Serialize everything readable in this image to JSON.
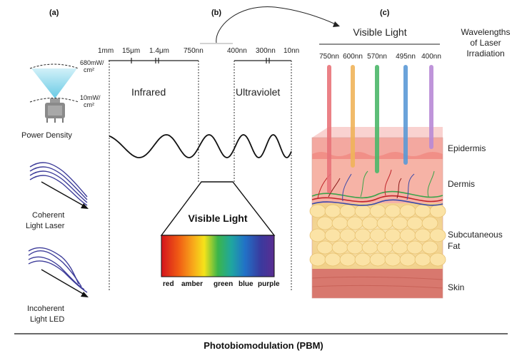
{
  "panels": {
    "a": "(a)",
    "b": "(b)",
    "c": "(c)"
  },
  "panel_a": {
    "power_high": [
      "680mW/",
      "cm²"
    ],
    "power_low": [
      "10mW/",
      "cm²"
    ],
    "power_label": "Power Density",
    "coherent_label": [
      "Coherent",
      "Light  Laser"
    ],
    "incoherent_label": [
      "Incoherent",
      "Light  LED"
    ]
  },
  "panel_b": {
    "left_ticks": [
      "1mm",
      "15μm",
      "1.4μm",
      "750nn"
    ],
    "right_ticks": [
      "400nn",
      "300nn",
      "10nn"
    ],
    "infrared_label": "Infrared",
    "ultraviolet_label": "Ultraviolet",
    "visible_title": "Visible Light",
    "spectrum_colors": [
      "red",
      "amber",
      "green",
      "blue",
      "purple"
    ],
    "spectrum_hex": [
      "#e3171e",
      "#f6a21c",
      "#2fa84f",
      "#2d7fd0",
      "#5a2d91"
    ]
  },
  "panel_c": {
    "visible_header": "Visible Light",
    "wavelength_header": [
      "Wavelengths",
      "of Laser",
      "Irradiation"
    ],
    "lasers": [
      {
        "label": "750nn",
        "color": "#e9747a"
      },
      {
        "label": "600nn",
        "color": "#f0b45a"
      },
      {
        "label": "570nn",
        "color": "#4cb86a"
      },
      {
        "label": "495nn",
        "color": "#5b9ad6"
      },
      {
        "label": "400nn",
        "color": "#b98ad6"
      }
    ],
    "layers": [
      "Epidermis",
      "Dermis",
      [
        "Subcutaneous",
        "Fat"
      ],
      "Skin"
    ]
  },
  "footer": {
    "title": "Photobiomodulation (PBM)"
  }
}
